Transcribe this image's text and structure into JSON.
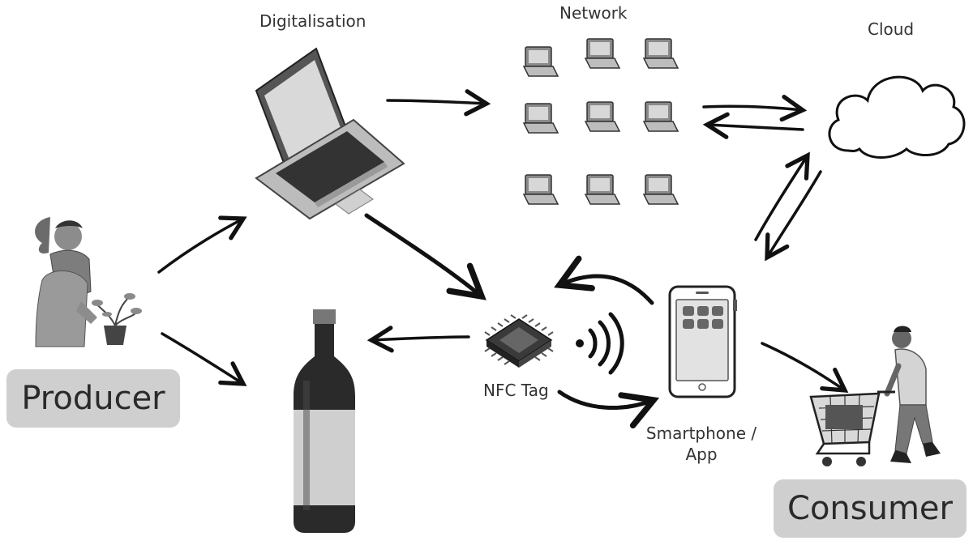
{
  "labels": {
    "digitalisation": "Digitalisation",
    "network": "Network",
    "cloud": "Cloud",
    "nfc_tag": "NFC Tag",
    "smartphone_line1": "Smartphone /",
    "smartphone_line2": "App",
    "producer": "Producer",
    "consumer": "Consumer"
  },
  "icons": {
    "producer": "producer-person-icon",
    "laptop": "laptop-icon",
    "network_laptop": "network-laptop-icon",
    "cloud": "cloud-icon",
    "bottle": "wine-bottle-icon",
    "chip": "nfc-chip-icon",
    "signal": "nfc-signal-icon",
    "smartphone": "smartphone-icon",
    "consumer": "consumer-with-cart-icon"
  },
  "colors": {
    "pill_bg": "#cfcfcf",
    "ink": "#1a1a1a",
    "mid_gray": "#7a7a7a",
    "light_gray": "#d8d8d8"
  }
}
